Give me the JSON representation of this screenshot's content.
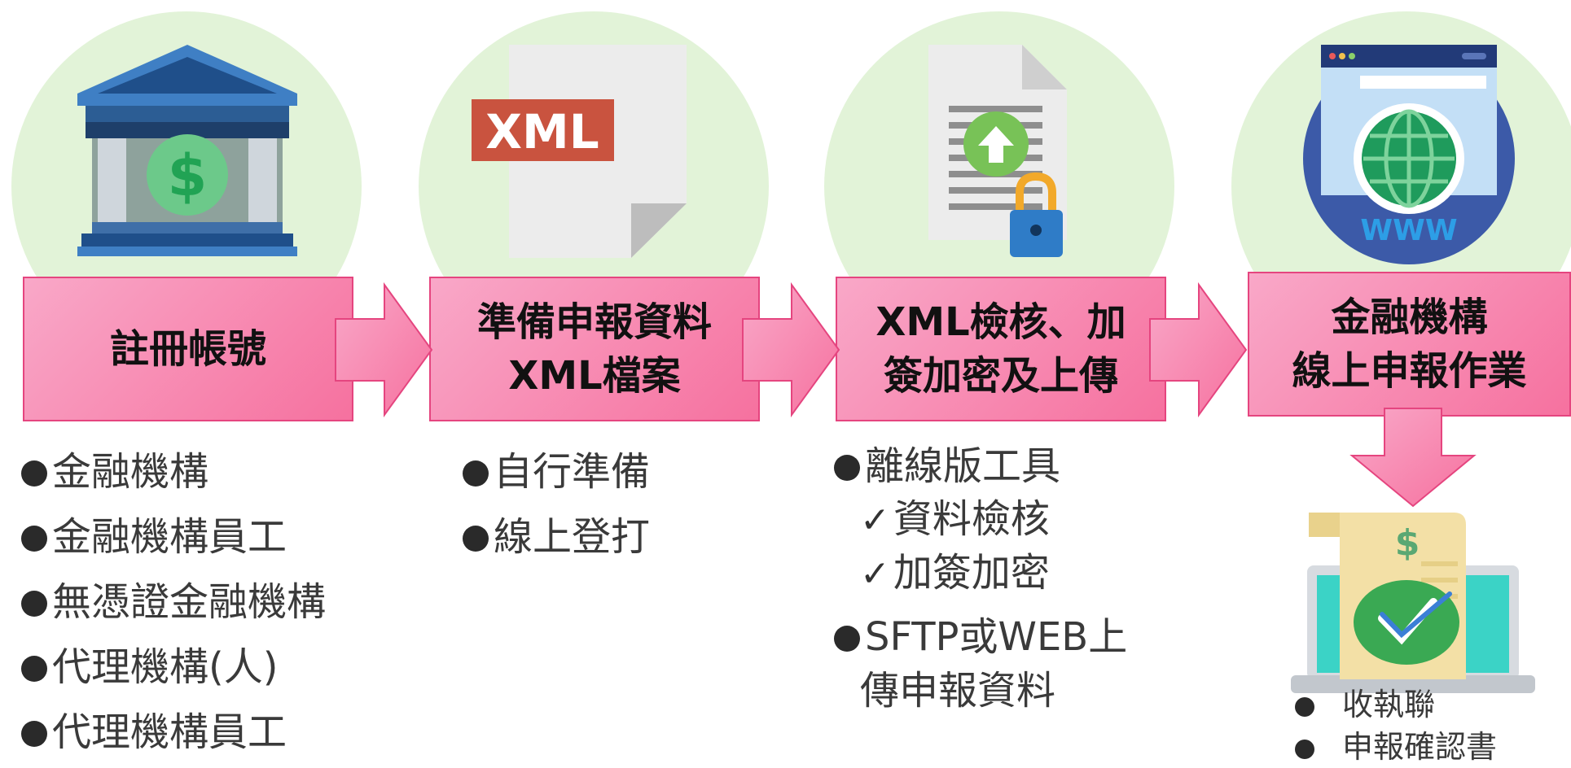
{
  "steps": [
    {
      "title_lines": [
        "註冊帳號"
      ],
      "icon": "bank-icon"
    },
    {
      "title_lines": [
        "準備申報資料",
        "XML檔案"
      ],
      "icon": "xml-file-icon",
      "icon_text": "XML"
    },
    {
      "title_lines": [
        "XML檢核、加",
        "簽加密及上傳"
      ],
      "icon": "secure-upload-document-icon"
    },
    {
      "title_lines": [
        "金融機構",
        "線上申報作業"
      ],
      "icon": "web-browser-icon",
      "icon_text": "WWW"
    }
  ],
  "step1_items": [
    "金融機構",
    "金融機構員工",
    "無憑證金融機構",
    "代理機構(人)",
    "代理機構員工"
  ],
  "step2_items": [
    "自行準備",
    "線上登打"
  ],
  "step3": {
    "item1": "離線版工具",
    "checks": [
      "資料檢核",
      "加簽加密"
    ],
    "item2_lines": [
      "SFTP或WEB上",
      "傳申報資料"
    ]
  },
  "step4_outputs": [
    "收執聯",
    "申報確認書"
  ],
  "colors": {
    "box_light": "#f9a8c8",
    "box_dark": "#f6719f",
    "box_border": "#e5457f",
    "circle": "#e2f3d8"
  }
}
